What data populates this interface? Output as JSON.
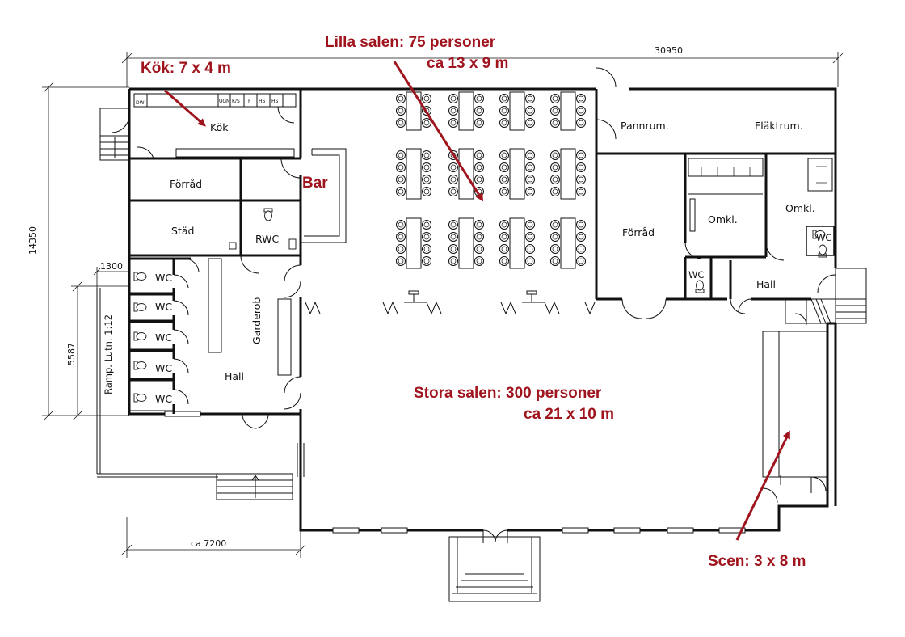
{
  "dimensions": {
    "total_width": "30950",
    "total_height": "14350",
    "ramp_height": "5587",
    "ramp_offset": "1300",
    "bottom_width": "ca 7200",
    "ramp_label": "Ramp. Lutn. 1:12"
  },
  "rooms": {
    "kitchen": "Kök",
    "storage_left": "Förråd",
    "cleaning": "Städ",
    "rwc": "RWC",
    "wc": "WC",
    "cloakroom": "Garderob",
    "hall_left": "Hall",
    "boiler": "Pannrum.",
    "fan_room": "Fläktrum.",
    "storage_right": "Förråd",
    "changing_1": "Omkl.",
    "changing_2": "Omkl.",
    "hall_right": "Hall",
    "kitchen_units": [
      "DW",
      "UGN",
      "K/S",
      "F",
      "HS",
      "HS"
    ]
  },
  "annotations": {
    "kitchen_size": "Kök: 7 x 4 m",
    "bar": "Bar",
    "small_hall_title": "Lilla salen: 75 personer",
    "small_hall_size": "ca 13 x 9 m",
    "large_hall_title": "Stora salen: 300 personer",
    "large_hall_size": "ca 21 x 10 m",
    "stage": "Scen: 3 x 8 m"
  },
  "colors": {
    "annotation": "#a0141e",
    "line": "#111111"
  }
}
